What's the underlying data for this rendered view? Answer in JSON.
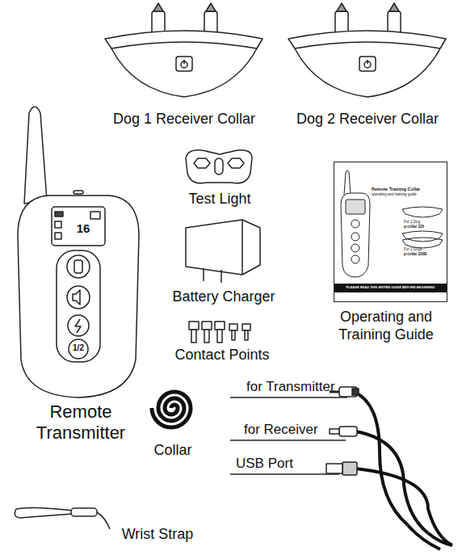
{
  "diagram": {
    "nodes": [
      {
        "text": [
          "Remote Training Collar",
          "operating and training guide",
          "For 1 Dog",
          "p-collar 320",
          "For 2 Dogs",
          "p-collar 320B",
          "PLEASE READ THIS ENTIRE GUIDE BEFORE BEGINNING"
        ]
      }
    ],
    "labels": [
      "Dog 1 Receiver Collar",
      "Dog 2 Receiver Collar",
      "Test Light",
      "Battery Charger",
      "Contact Points",
      "Operating and Training Guide",
      "16",
      "1/2",
      "Remote Transmitter",
      "Collar",
      "for Transmitter",
      "for Receiver",
      "USB Port",
      "Wrist Strap"
    ]
  }
}
